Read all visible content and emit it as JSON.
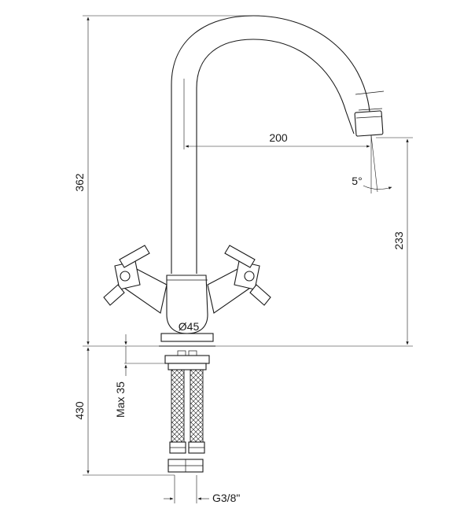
{
  "diagram": {
    "dimensions": {
      "total_height": "362",
      "spout_reach": "200",
      "spout_height": "233",
      "spout_angle": "5°",
      "base_diameter": "Ø45",
      "max_thickness": "Max 35",
      "hose_length": "430",
      "thread": "G3/8\""
    }
  }
}
